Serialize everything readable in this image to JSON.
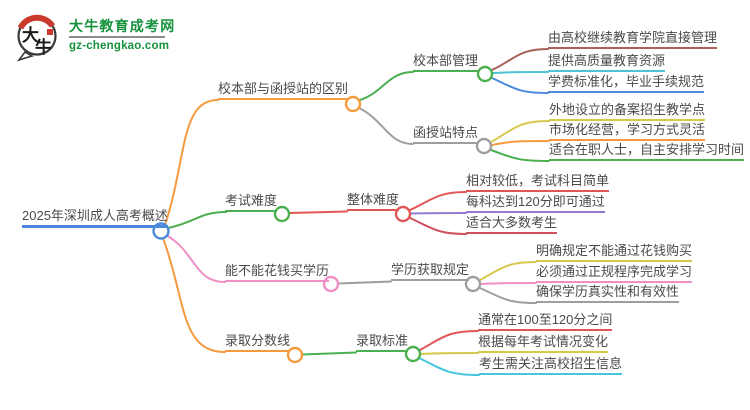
{
  "logo": {
    "title": "大牛教育成考网",
    "domain": "gz-chengkao.com",
    "badge_text_top": "大",
    "badge_text_bottom": "牛",
    "green": "#16913d",
    "red": "#cc3a2e",
    "dark": "#3a3a3a",
    "ink": "#1a1a1a"
  },
  "mindmap": {
    "root": {
      "label": "2025年深圳成人高考概述",
      "color": "#4a89dc"
    },
    "branches": [
      {
        "label": "校本部与函授站的区别",
        "color": "#f79a3e",
        "children": [
          {
            "label": "校本部管理",
            "color": "#4caf50",
            "leaves": [
              {
                "label": "由高校继续教育学院直接管理",
                "color": "#a9625a"
              },
              {
                "label": "提供高质量教育资源",
                "color": "#4ec3d4"
              },
              {
                "label": "学费标准化，毕业手续规范",
                "color": "#4a89dc"
              }
            ]
          },
          {
            "label": "函授站特点",
            "color": "#9e9e9e",
            "leaves": [
              {
                "label": "外地设立的备案招生教学点",
                "color": "#d6c84e"
              },
              {
                "label": "市场化经营，学习方式灵活",
                "color": "#f79a3e"
              },
              {
                "label": "适合在职人士，自主安排学习时间",
                "color": "#4caf50"
              }
            ]
          }
        ]
      },
      {
        "label": "考试难度",
        "color": "#4caf50",
        "children": [
          {
            "label": "整体难度",
            "color": "#e05555",
            "leaves": [
              {
                "label": "相对较低，考试科目简单",
                "color": "#e05555"
              },
              {
                "label": "每科达到120分即可通过",
                "color": "#9679d2"
              },
              {
                "label": "适合大多数考生",
                "color": "#d25161"
              }
            ]
          }
        ]
      },
      {
        "label": "能不能花钱买学历",
        "color": "#ef8fc5",
        "children": [
          {
            "label": "学历获取规定",
            "color": "#9e9e9e",
            "leaves": [
              {
                "label": "明确规定不能通过花钱购买",
                "color": "#d6c84e"
              },
              {
                "label": "必须通过正规程序完成学习",
                "color": "#ef8fc5"
              },
              {
                "label": "确保学历真实性和有效性",
                "color": "#9e9e9e"
              }
            ]
          }
        ]
      },
      {
        "label": "录取分数线",
        "color": "#f79a3e",
        "children": [
          {
            "label": "录取标准",
            "color": "#4caf50",
            "leaves": [
              {
                "label": "通常在100至120分之间",
                "color": "#e05555"
              },
              {
                "label": "根据每年考试情况变化",
                "color": "#d6c84e"
              },
              {
                "label": "考生需关注高校招生信息",
                "color": "#46c6dc"
              }
            ]
          }
        ]
      }
    ]
  }
}
